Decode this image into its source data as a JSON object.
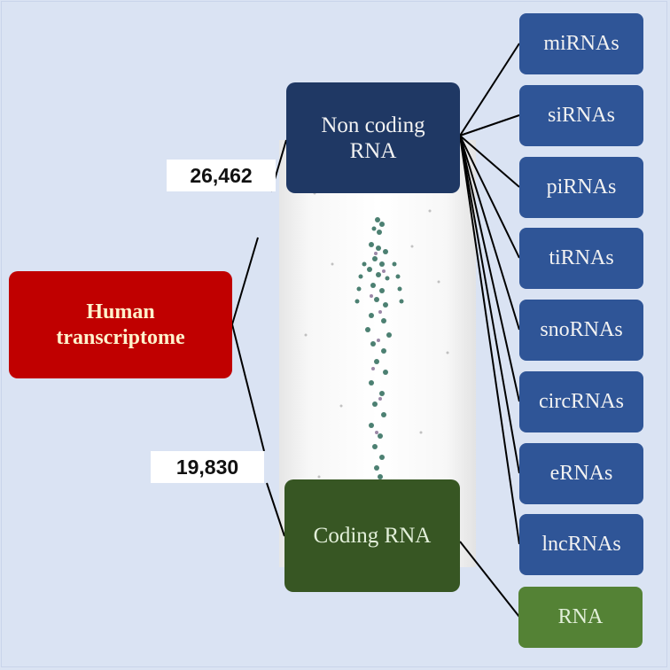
{
  "diagram": {
    "root": {
      "label_line1": "Human",
      "label_line2": "transcriptome",
      "color": "#C00000"
    },
    "branches": [
      {
        "id": "noncoding",
        "label_line1": "Non coding",
        "label_line2": "RNA",
        "count": "26,462",
        "color": "#1F3864"
      },
      {
        "id": "coding",
        "label": "Coding RNA",
        "count": "19,830",
        "color": "#375623"
      }
    ],
    "noncoding_children": [
      {
        "label": "miRNAs"
      },
      {
        "label": "siRNAs"
      },
      {
        "label": "piRNAs"
      },
      {
        "label": "tiRNAs"
      },
      {
        "label": "snoRNAs"
      },
      {
        "label": "circRNAs"
      },
      {
        "label": "eRNAs"
      },
      {
        "label": "lncRNAs"
      }
    ],
    "coding_children": [
      {
        "label": "RNA"
      }
    ],
    "child_color_noncoding": "#2F5597",
    "child_color_coding": "#548235",
    "background": "#DAE3F3",
    "center_image": "human-figure-made-of-dots"
  }
}
